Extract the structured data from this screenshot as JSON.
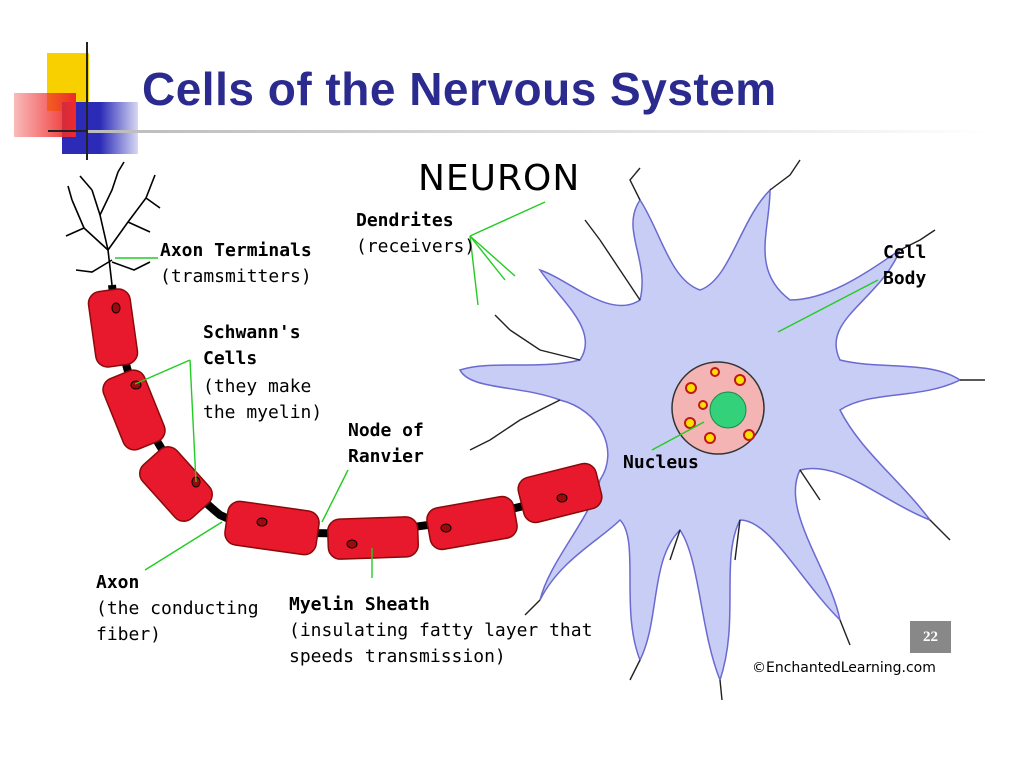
{
  "slide": {
    "title": "Cells of the Nervous System",
    "page_number": "22"
  },
  "diagram": {
    "heading": "NEURON",
    "labels": {
      "dendrites_title": "Dendrites",
      "dendrites_sub": "(receivers)",
      "axon_terminals_title": "Axon Terminals",
      "axon_terminals_sub": "(tramsmitters)",
      "schwann_title_1": "Schwann's",
      "schwann_title_2": "Cells",
      "schwann_sub_1": "(they make",
      "schwann_sub_2": "the myelin)",
      "node_title_1": "Node of",
      "node_title_2": "Ranvier",
      "cell_body_1": "Cell",
      "cell_body_2": "Body",
      "nucleus": "Nucleus",
      "axon_title": "Axon",
      "axon_sub_1": "(the conducting",
      "axon_sub_2": "fiber)",
      "myelin_title": "Myelin Sheath",
      "myelin_sub_1": "(insulating fatty layer that",
      "myelin_sub_2": "speeds transmission)"
    },
    "copyright": "©EnchantedLearning.com"
  },
  "colors": {
    "title": "#2b2b8f",
    "myelin": "#e8192c",
    "cell_body": "#c8cdf5",
    "nucleus_ring": "#f4b4b4",
    "nucleolus": "#33d17a",
    "leader_lines": "#22cc22",
    "deco_yellow": "#f8d000",
    "deco_red": "#ee2a2a",
    "deco_blue": "#2b2bb8"
  }
}
